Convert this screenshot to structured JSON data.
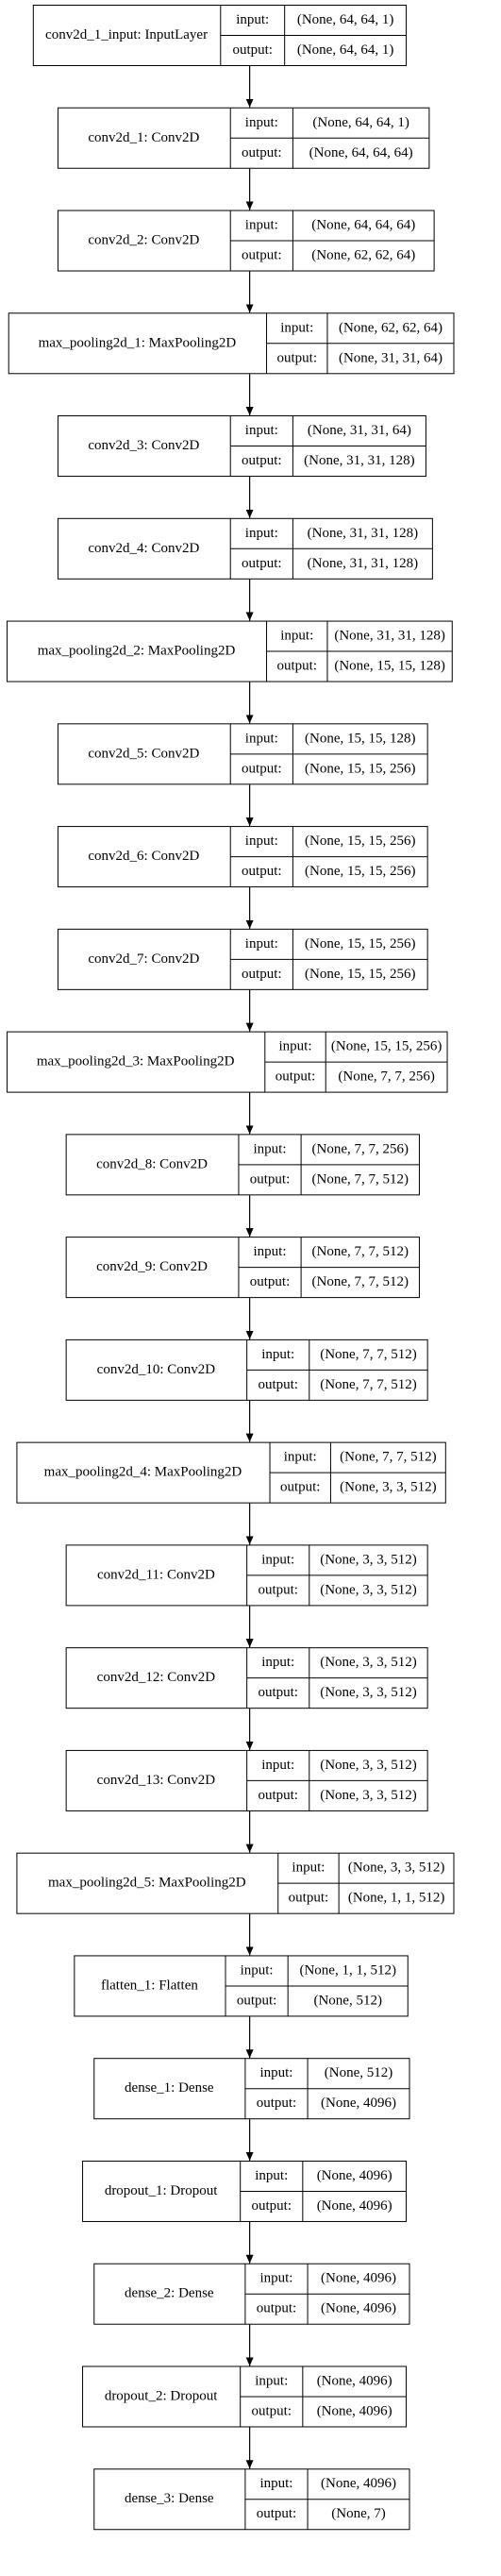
{
  "layers": [
    {
      "name": "conv2d_1_input: InputLayer",
      "input_label": "input:",
      "input_shape": "(None, 64, 64, 1)",
      "output_label": "output:",
      "output_shape": "(None, 64, 64, 1)"
    },
    {
      "name": "conv2d_1: Conv2D",
      "input_label": "input:",
      "input_shape": "(None, 64, 64, 1)",
      "output_label": "output:",
      "output_shape": "(None, 64, 64, 64)"
    },
    {
      "name": "conv2d_2: Conv2D",
      "input_label": "input:",
      "input_shape": "(None, 64, 64, 64)",
      "output_label": "output:",
      "output_shape": "(None, 62, 62, 64)"
    },
    {
      "name": "max_pooling2d_1: MaxPooling2D",
      "input_label": "input:",
      "input_shape": "(None, 62, 62, 64)",
      "output_label": "output:",
      "output_shape": "(None, 31, 31, 64)"
    },
    {
      "name": "conv2d_3: Conv2D",
      "input_label": "input:",
      "input_shape": "(None, 31, 31, 64)",
      "output_label": "output:",
      "output_shape": "(None, 31, 31, 128)"
    },
    {
      "name": "conv2d_4: Conv2D",
      "input_label": "input:",
      "input_shape": "(None, 31, 31, 128)",
      "output_label": "output:",
      "output_shape": "(None, 31, 31, 128)"
    },
    {
      "name": "max_pooling2d_2: MaxPooling2D",
      "input_label": "input:",
      "input_shape": "(None, 31, 31, 128)",
      "output_label": "output:",
      "output_shape": "(None, 15, 15, 128)"
    },
    {
      "name": "conv2d_5: Conv2D",
      "input_label": "input:",
      "input_shape": "(None, 15, 15, 128)",
      "output_label": "output:",
      "output_shape": "(None, 15, 15, 256)"
    },
    {
      "name": "conv2d_6: Conv2D",
      "input_label": "input:",
      "input_shape": "(None, 15, 15, 256)",
      "output_label": "output:",
      "output_shape": "(None, 15, 15, 256)"
    },
    {
      "name": "conv2d_7: Conv2D",
      "input_label": "input:",
      "input_shape": "(None, 15, 15, 256)",
      "output_label": "output:",
      "output_shape": "(None, 15, 15, 256)"
    },
    {
      "name": "max_pooling2d_3: MaxPooling2D",
      "input_label": "input:",
      "input_shape": "(None, 15, 15, 256)",
      "output_label": "output:",
      "output_shape": "(None, 7, 7, 256)"
    },
    {
      "name": "conv2d_8: Conv2D",
      "input_label": "input:",
      "input_shape": "(None, 7, 7, 256)",
      "output_label": "output:",
      "output_shape": "(None, 7, 7, 512)"
    },
    {
      "name": "conv2d_9: Conv2D",
      "input_label": "input:",
      "input_shape": "(None, 7, 7, 512)",
      "output_label": "output:",
      "output_shape": "(None, 7, 7, 512)"
    },
    {
      "name": "conv2d_10: Conv2D",
      "input_label": "input:",
      "input_shape": "(None, 7, 7, 512)",
      "output_label": "output:",
      "output_shape": "(None, 7, 7, 512)"
    },
    {
      "name": "max_pooling2d_4: MaxPooling2D",
      "input_label": "input:",
      "input_shape": "(None, 7, 7, 512)",
      "output_label": "output:",
      "output_shape": "(None, 3, 3, 512)"
    },
    {
      "name": "conv2d_11: Conv2D",
      "input_label": "input:",
      "input_shape": "(None, 3, 3, 512)",
      "output_label": "output:",
      "output_shape": "(None, 3, 3, 512)"
    },
    {
      "name": "conv2d_12: Conv2D",
      "input_label": "input:",
      "input_shape": "(None, 3, 3, 512)",
      "output_label": "output:",
      "output_shape": "(None, 3, 3, 512)"
    },
    {
      "name": "conv2d_13: Conv2D",
      "input_label": "input:",
      "input_shape": "(None, 3, 3, 512)",
      "output_label": "output:",
      "output_shape": "(None, 3, 3, 512)"
    },
    {
      "name": "max_pooling2d_5: MaxPooling2D",
      "input_label": "input:",
      "input_shape": "(None, 3, 3, 512)",
      "output_label": "output:",
      "output_shape": "(None, 1, 1, 512)"
    },
    {
      "name": "flatten_1: Flatten",
      "input_label": "input:",
      "input_shape": "(None, 1, 1, 512)",
      "output_label": "output:",
      "output_shape": "(None, 512)"
    },
    {
      "name": "dense_1: Dense",
      "input_label": "input:",
      "input_shape": "(None, 512)",
      "output_label": "output:",
      "output_shape": "(None, 4096)"
    },
    {
      "name": "dropout_1: Dropout",
      "input_label": "input:",
      "input_shape": "(None, 4096)",
      "output_label": "output:",
      "output_shape": "(None, 4096)"
    },
    {
      "name": "dense_2: Dense",
      "input_label": "input:",
      "input_shape": "(None, 4096)",
      "output_label": "output:",
      "output_shape": "(None, 4096)"
    },
    {
      "name": "dropout_2: Dropout",
      "input_label": "input:",
      "input_shape": "(None, 4096)",
      "output_label": "output:",
      "output_shape": "(None, 4096)"
    },
    {
      "name": "dense_3: Dense",
      "input_label": "input:",
      "input_shape": "(None, 4096)",
      "output_label": "output:",
      "output_shape": "(None, 7)"
    }
  ]
}
